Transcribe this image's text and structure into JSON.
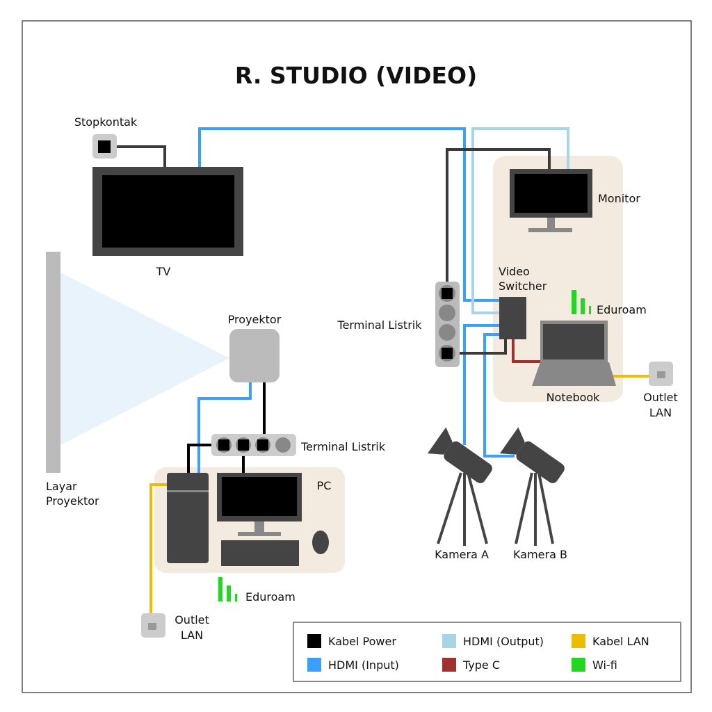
{
  "title": "R. STUDIO (VIDEO)",
  "labels": {
    "stopkontak": "Stopkontak",
    "tv": "TV",
    "layar_line1": "Layar",
    "layar_line2": "Proyektor",
    "proyektor": "Proyektor",
    "terminal_left": "Terminal Listrik",
    "terminal_right": "Terminal Listrik",
    "pc": "PC",
    "eduroam_pc": "Eduroam",
    "outlet_left_line1": "Outlet",
    "outlet_left_line2": "LAN",
    "monitor": "Monitor",
    "switcher_line1": "Video",
    "switcher_line2": "Switcher",
    "eduroam_nb": "Eduroam",
    "notebook": "Notebook",
    "outlet_right_line1": "Outlet",
    "outlet_right_line2": "LAN",
    "kamera_a": "Kamera A",
    "kamera_b": "Kamera B"
  },
  "colors": {
    "power": "#000000",
    "hdmi_in": "#3aa0ff",
    "hdmi_out": "#a8d4e8",
    "lan": "#ecbc00",
    "typec": "#a23030",
    "wifi": "#22d622"
  },
  "legend": [
    {
      "label": "Kabel Power",
      "color": "#000000"
    },
    {
      "label": "HDMI (Output)",
      "color": "#a8d4e8"
    },
    {
      "label": "Kabel LAN",
      "color": "#ecbc00"
    },
    {
      "label": "HDMI (Input)",
      "color": "#3aa0ff"
    },
    {
      "label": "Type C",
      "color": "#a23030"
    },
    {
      "label": "Wi-fi",
      "color": "#22d622"
    }
  ]
}
